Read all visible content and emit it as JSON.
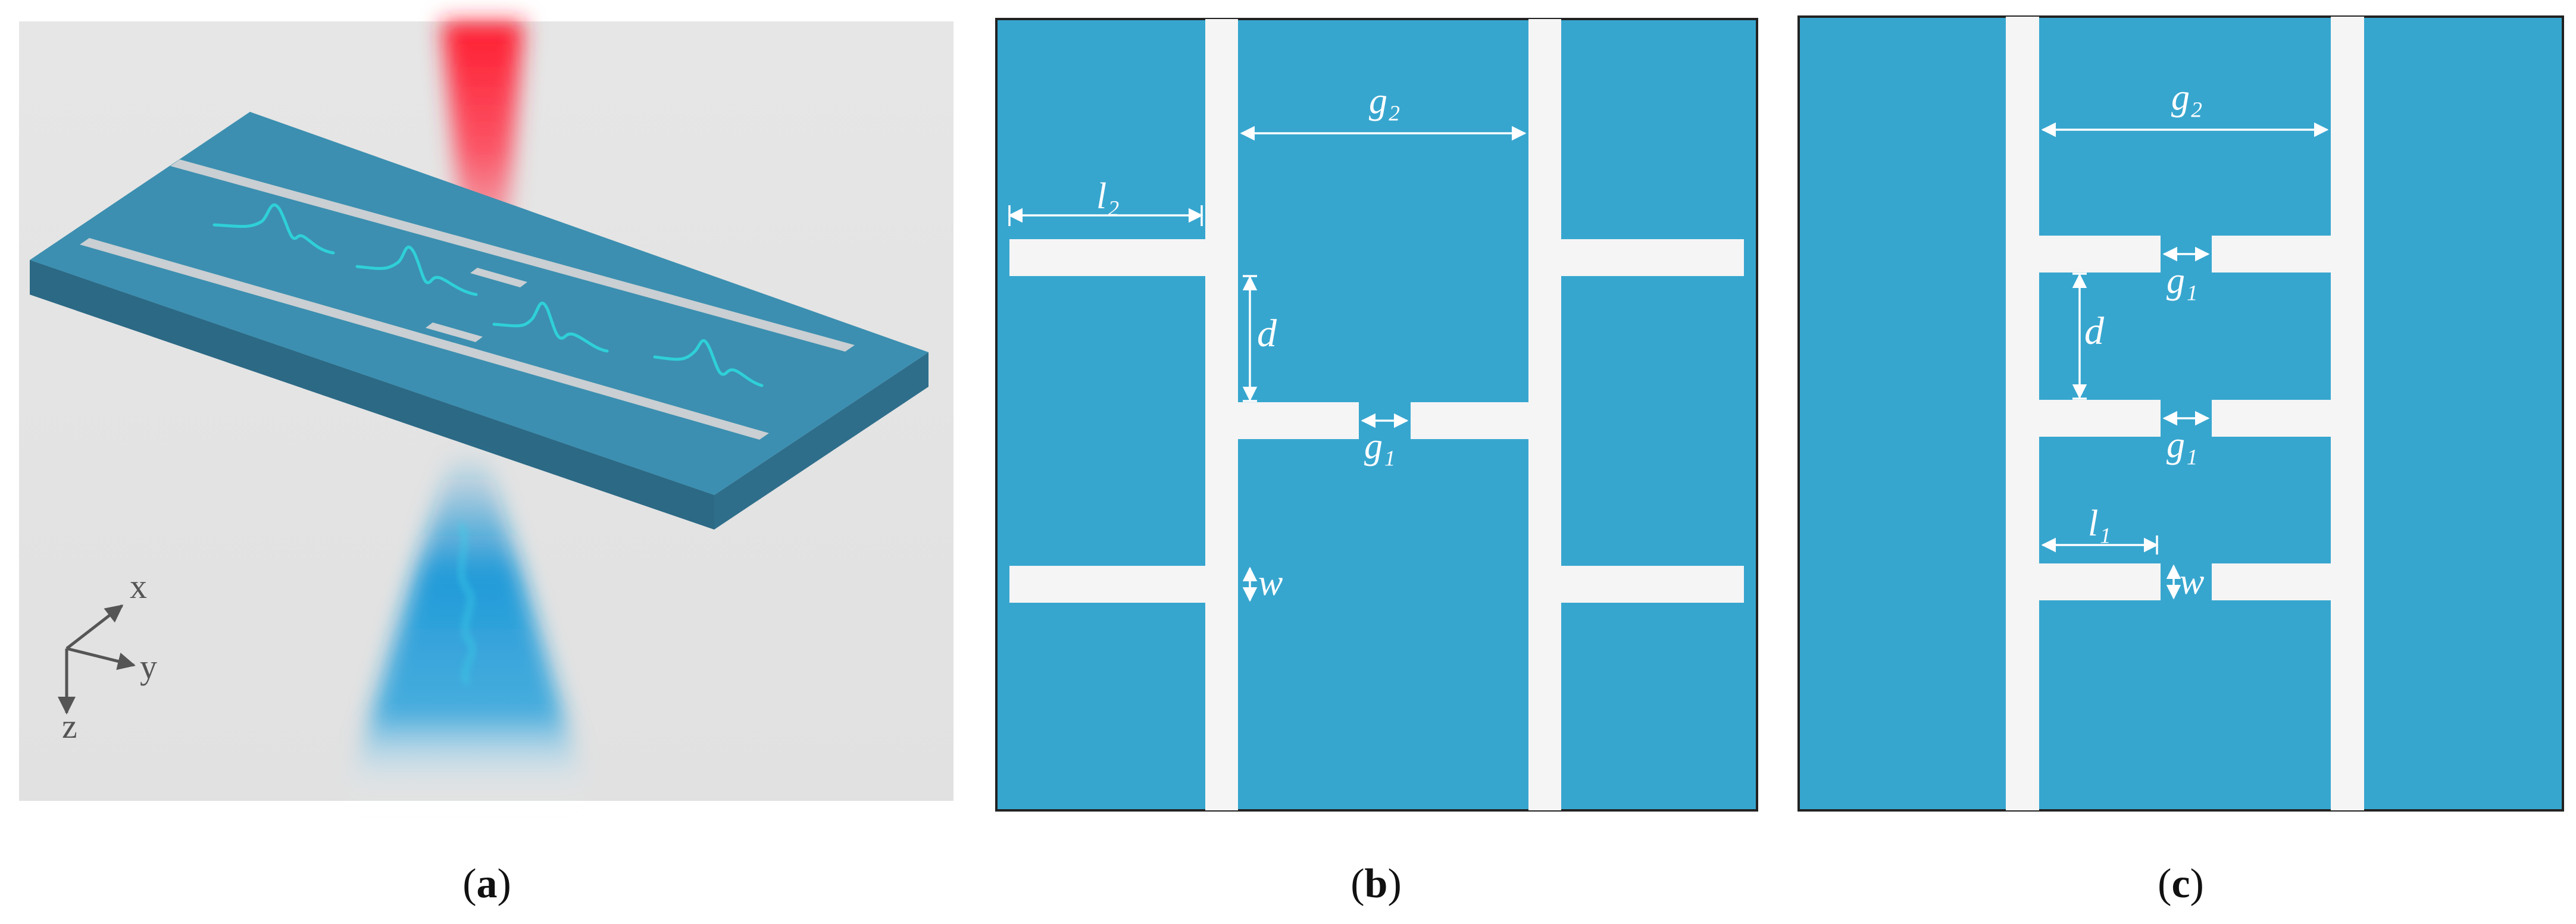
{
  "panels": {
    "a": {
      "caption": "a",
      "axes": {
        "x": "x",
        "y": "y",
        "z": "z"
      }
    },
    "b": {
      "caption": "b",
      "labels": {
        "g2": "g₂",
        "l2": "l₂",
        "d": "d",
        "g1": "g₁",
        "w": "w"
      }
    },
    "c": {
      "caption": "c",
      "labels": {
        "g2": "g₂",
        "g1_top": "g₁",
        "d": "d",
        "g1_mid": "g₁",
        "l1": "l₁",
        "w": "w"
      }
    }
  },
  "colors": {
    "metal_blue": "#37a6cf",
    "gap_white": "#f5f5f5",
    "slab_top": "#3b8fb1",
    "slab_side": "#2e6d89",
    "wave": "#2fd0d8",
    "laser_red": "#ff2a3a",
    "probe_blue": "#1c9ad8"
  }
}
